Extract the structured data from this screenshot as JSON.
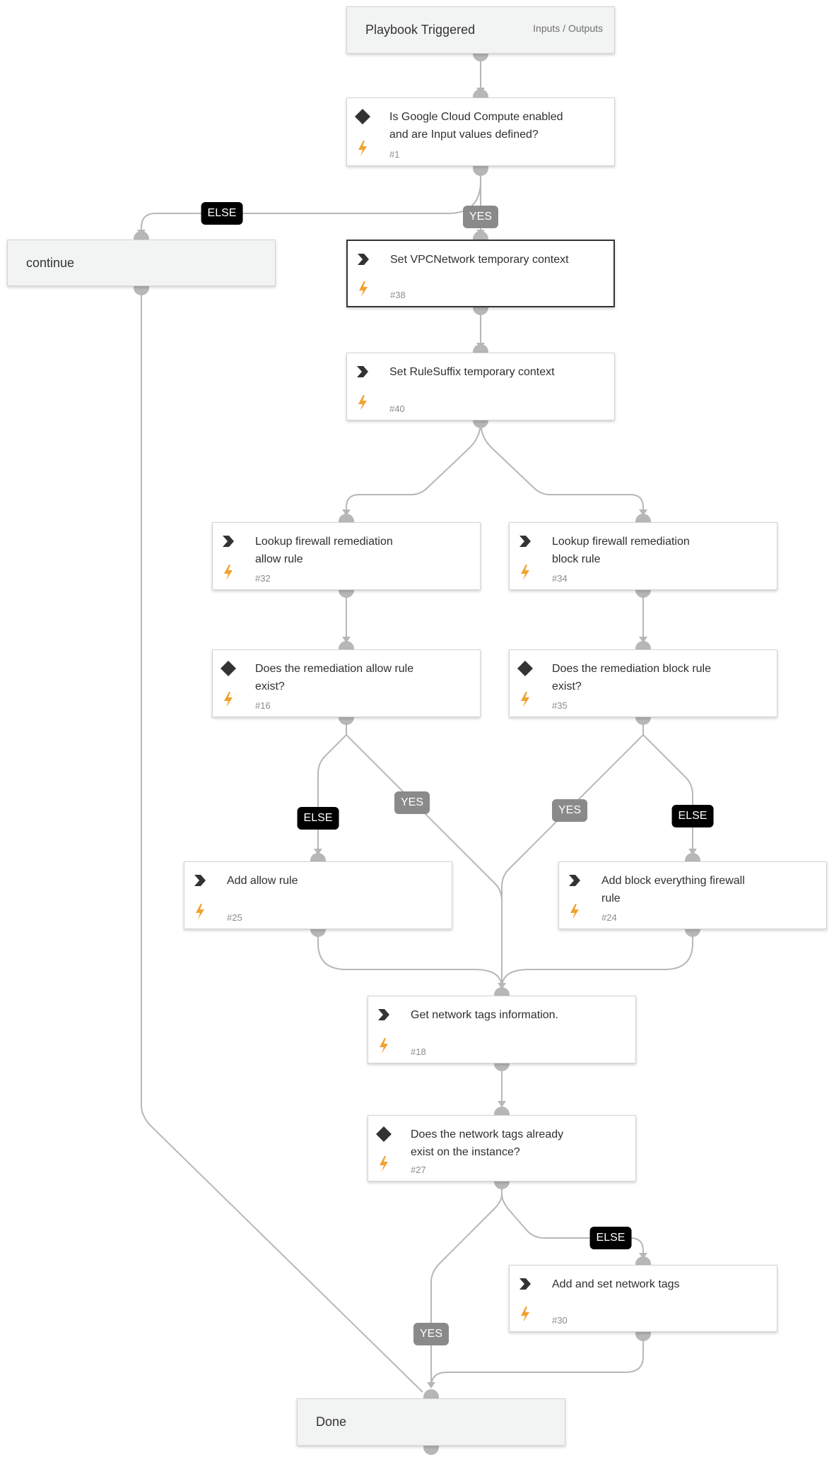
{
  "nodes": {
    "start": {
      "title": "Playbook Triggered",
      "io_label": "Inputs / Outputs"
    },
    "n1": {
      "title": "Is Google Cloud Compute enabled and are Input values defined?",
      "id": "#1",
      "type": "condition"
    },
    "cont": {
      "title": "continue"
    },
    "n38": {
      "title": "Set VPCNetwork temporary context",
      "id": "#38",
      "type": "action"
    },
    "n40": {
      "title": "Set RuleSuffix temporary context",
      "id": "#40",
      "type": "action"
    },
    "n32": {
      "title": "Lookup firewall remediation allow rule",
      "id": "#32",
      "type": "action"
    },
    "n34": {
      "title": "Lookup firewall remediation block rule",
      "id": "#34",
      "type": "action"
    },
    "n16": {
      "title": "Does the remediation allow rule exist?",
      "id": "#16",
      "type": "condition"
    },
    "n35": {
      "title": "Does the remediation block rule exist?",
      "id": "#35",
      "type": "condition"
    },
    "n25": {
      "title": "Add allow rule",
      "id": "#25",
      "type": "action"
    },
    "n24": {
      "title": "Add block everything firewall rule",
      "id": "#24",
      "type": "action"
    },
    "n18": {
      "title": "Get network tags information.",
      "id": "#18",
      "type": "action"
    },
    "n27": {
      "title": "Does the network tags already exist on the instance?",
      "id": "#27",
      "type": "condition"
    },
    "n30": {
      "title": "Add and set network tags",
      "id": "#30",
      "type": "action"
    },
    "done": {
      "title": "Done"
    }
  },
  "edge_labels": {
    "n1_else": "ELSE",
    "n1_yes": "YES",
    "n16_else": "ELSE",
    "n16_yes": "YES",
    "n35_yes": "YES",
    "n35_else": "ELSE",
    "n27_else": "ELSE",
    "n27_yes": "YES"
  },
  "colors": {
    "edge": "#b7b7b7",
    "else_badge": "#000000",
    "yes_badge": "#8a8a8a",
    "bolt": "#f0a22d",
    "icon": "#333333",
    "terminal_bg": "#f2f3f3"
  }
}
